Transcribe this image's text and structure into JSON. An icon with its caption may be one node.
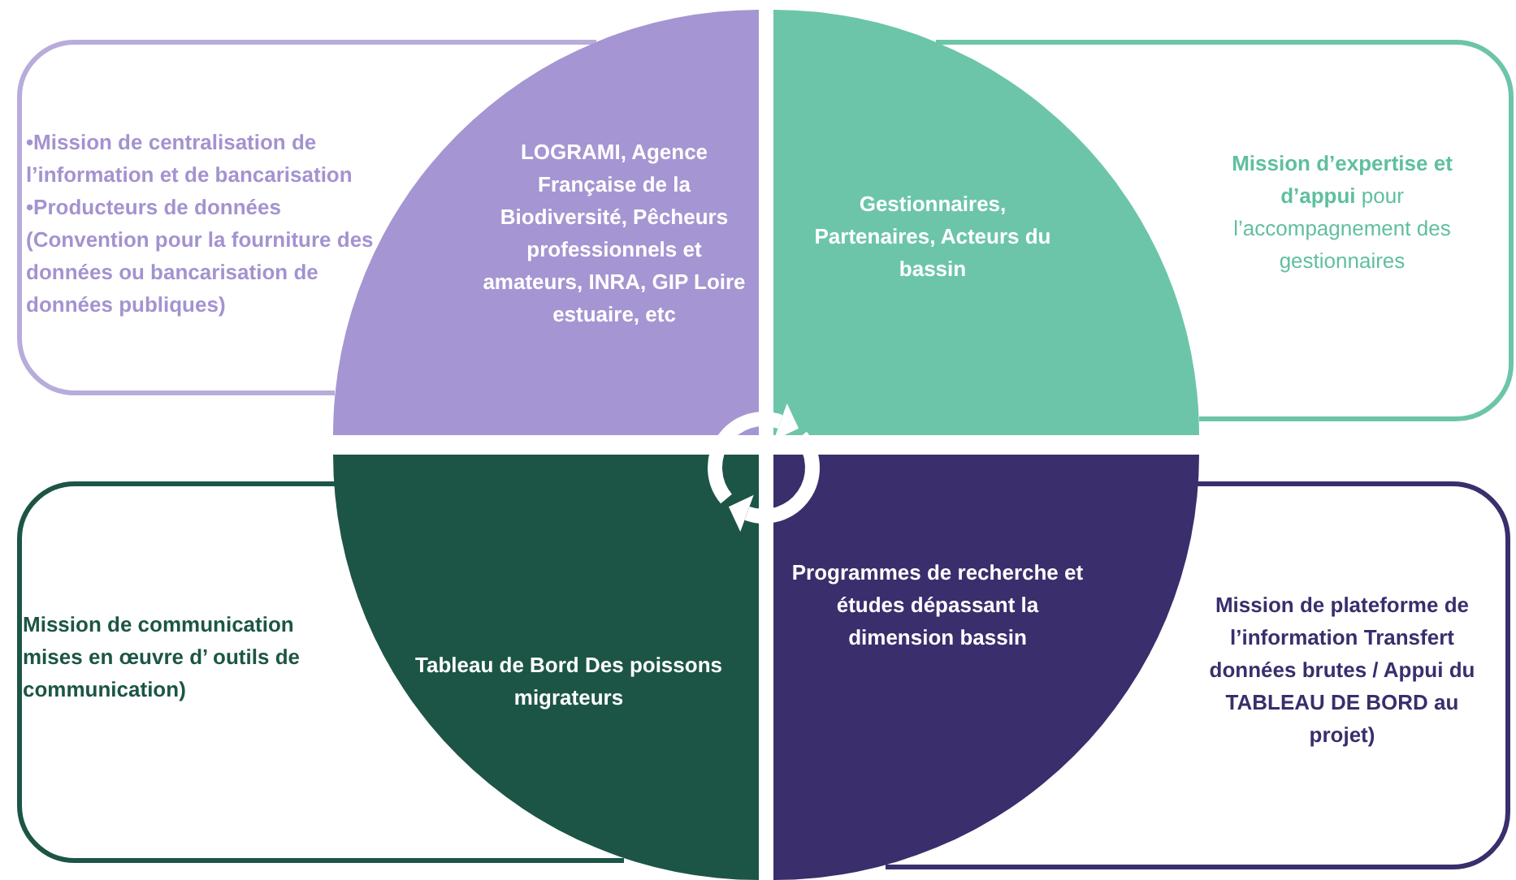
{
  "diagram": {
    "nodes": [
      {
        "text": [
          "•Mission de centralisation de l’information et de bancarisation",
          "•Producteurs de données (Convention pour la fourniture des données ou bancarisation de données publiques)"
        ]
      },
      {
        "text": [
          "LOGRAMI, Agence Française de la Biodiversité, Pêcheurs professionnels et amateurs, INRA, GIP Loire estuaire, etc"
        ]
      },
      {
        "text": [
          "Gestionnaires, Partenaires, Acteurs du bassin"
        ]
      },
      {
        "text": [
          "**Mission d’expertise et d’appui** pour l’accompagnement des gestionnaires"
        ]
      },
      {
        "text": [
          "Mission de communication mises en œuvre d’ outils de communication)"
        ]
      },
      {
        "text": [
          "Tableau de Bord Des poissons migrateurs"
        ]
      },
      {
        "text": [
          "Programmes de recherche et études dépassant la dimension bassin"
        ]
      },
      {
        "text": [
          "Mission de plateforme de l’information Transfert données brutes / Appui du TABLEAU DE BORD au projet)"
        ]
      }
    ]
  }
}
